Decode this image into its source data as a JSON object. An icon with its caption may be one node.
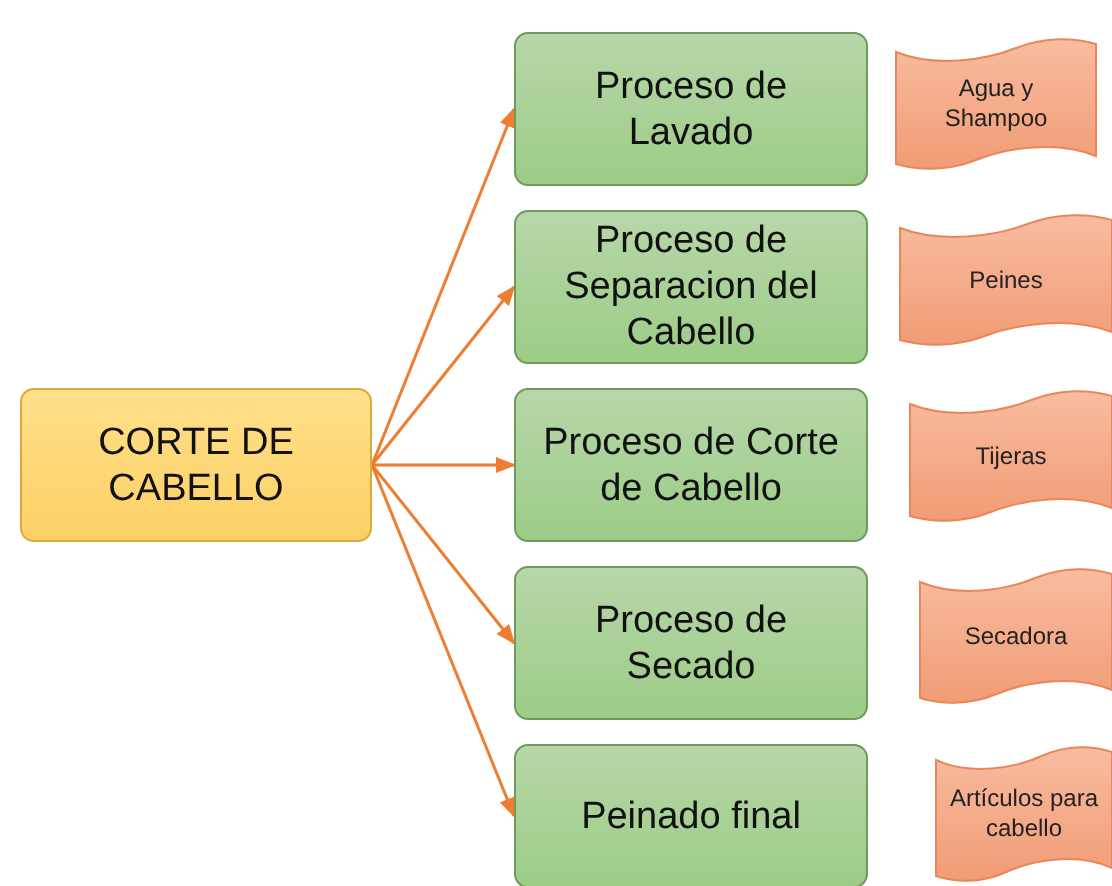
{
  "diagram": {
    "nodes": [
      {
        "text": [
          "CORTE DE CABELLO"
        ]
      },
      {
        "text": [
          "Proceso de Lavado"
        ]
      },
      {
        "text": [
          "Proceso de Separacion del Cabello"
        ]
      },
      {
        "text": [
          "Proceso de Corte de Cabello"
        ]
      },
      {
        "text": [
          "Proceso de Secado"
        ]
      },
      {
        "text": [
          "Peinado final"
        ]
      },
      {
        "text": [
          "Agua y Shampoo"
        ]
      },
      {
        "text": [
          "Peines"
        ]
      },
      {
        "text": [
          "Tijeras"
        ]
      },
      {
        "text": [
          "Secadora"
        ]
      },
      {
        "text": [
          "Artículos para cabello"
        ]
      }
    ],
    "edges": [
      {
        "from": 0,
        "to": 1,
        "arrow": "to"
      },
      {
        "from": 0,
        "to": 2,
        "arrow": "to"
      },
      {
        "from": 0,
        "to": 3,
        "arrow": "to"
      },
      {
        "from": 0,
        "to": 4,
        "arrow": "to"
      },
      {
        "from": 0,
        "to": 5,
        "arrow": "to"
      }
    ]
  }
}
